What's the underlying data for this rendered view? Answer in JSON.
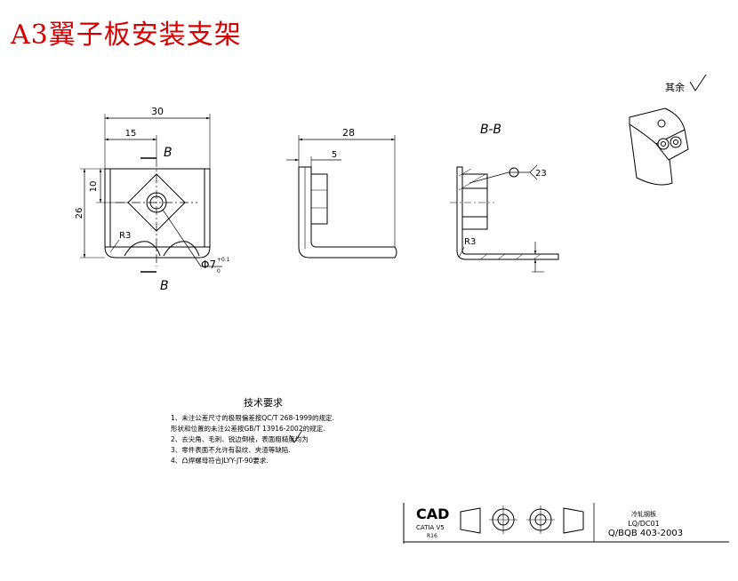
{
  "title": "A3翼子板安装支架",
  "views": {
    "front": {
      "dims": {
        "width": "30",
        "half": "15",
        "height": "26",
        "hole_height": "10",
        "radius": "R3"
      },
      "section_mark": "B",
      "hole_note": "Φ7",
      "hole_tol_upper": "+0.1",
      "hole_tol_lower": "0"
    },
    "side": {
      "dims": {
        "depth": "28",
        "offset": "5"
      }
    },
    "section": {
      "label": "B-B",
      "radius": "R3",
      "weld_size": "23"
    },
    "iso": {
      "roughness_note": "其余"
    }
  },
  "tech": {
    "heading": "技术要求",
    "lines": [
      "1、未注公差尺寸的极限偏差按QC/T 268-1999的规定.",
      "   形状和位置的未注公差按GB/T 13916-2002的规定.",
      "2、去尖角、毛刺、锐边倒棱，表面粗糙度均为",
      "3、零件表面不允许有裂纹、夹渣等缺陷.",
      "4、凸焊螺母符合JLYY-JT-90要求."
    ]
  },
  "titleblock": {
    "logo": "CAD",
    "software": "CATIA V5",
    "release": "R16",
    "material": "冷轧钢板",
    "grade": "LQ/DC01",
    "standard": "Q/BQB 403-2003"
  }
}
